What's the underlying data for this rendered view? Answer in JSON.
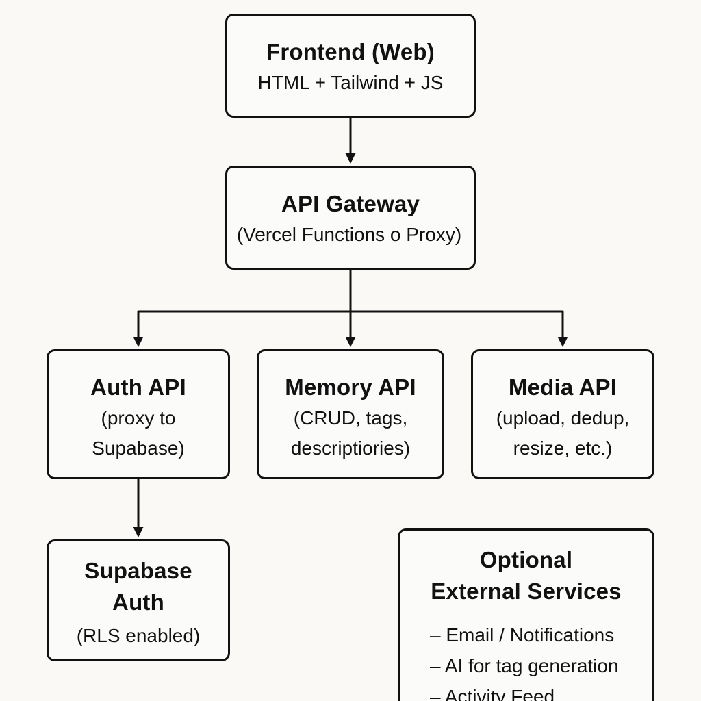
{
  "diagram": {
    "nodes": {
      "frontend": {
        "title": "Frontend (Web)",
        "subtitle": "HTML + Tailwind + JS"
      },
      "gateway": {
        "title": "API Gateway",
        "subtitle": "(Vercel Functions o Proxy)"
      },
      "auth_api": {
        "title": "Auth API",
        "lines": [
          "(proxy to",
          "Supabase)"
        ]
      },
      "memory_api": {
        "title": "Memory API",
        "lines": [
          "(CRUD, tags,",
          "descriptiories)"
        ]
      },
      "media_api": {
        "title": "Media API",
        "lines": [
          "(upload, dedup,",
          "resize, etc.)"
        ]
      },
      "supabase_auth": {
        "title_lines": [
          "Supabase",
          "Auth"
        ],
        "subtitle": "(RLS enabled)"
      },
      "external": {
        "title_lines": [
          "Optional",
          "External Services"
        ],
        "items": [
          "– Email / Notifications",
          "– AI for tag generation",
          "– Activity Feed"
        ]
      }
    },
    "edges": [
      {
        "from": "frontend",
        "to": "gateway"
      },
      {
        "from": "gateway",
        "to": "auth_api"
      },
      {
        "from": "gateway",
        "to": "memory_api"
      },
      {
        "from": "gateway",
        "to": "media_api"
      },
      {
        "from": "auth_api",
        "to": "supabase_auth"
      }
    ],
    "colors": {
      "background": "#faf9f6",
      "stroke": "#111111",
      "text": "#111111"
    }
  }
}
